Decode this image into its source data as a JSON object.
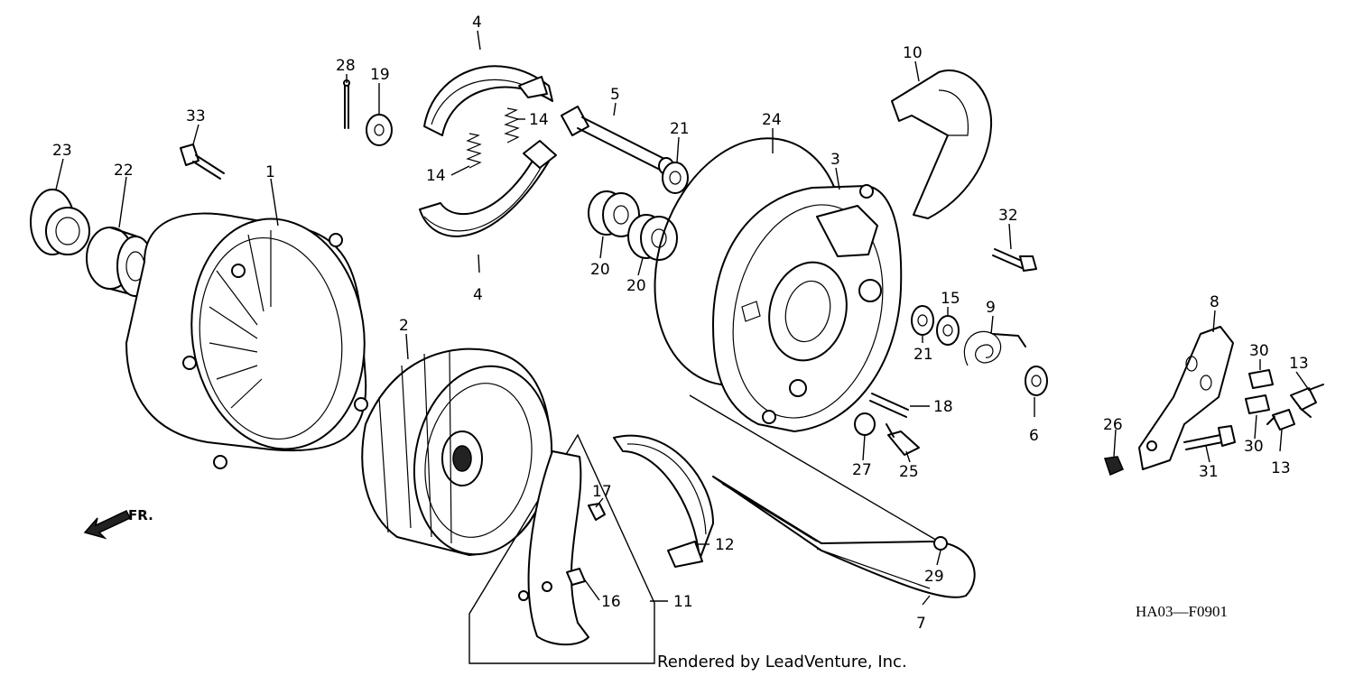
{
  "callouts": {
    "c1": "1",
    "c2": "2",
    "c3": "3",
    "c4a": "4",
    "c4b": "4",
    "c5": "5",
    "c6": "6",
    "c7": "7",
    "c8": "8",
    "c9": "9",
    "c10": "10",
    "c11": "11",
    "c12": "12",
    "c13a": "13",
    "c13b": "13",
    "c14a": "14",
    "c14b": "14",
    "c15": "15",
    "c16": "16",
    "c17": "17",
    "c18": "18",
    "c19": "19",
    "c20a": "20",
    "c20b": "20",
    "c21a": "21",
    "c21b": "21",
    "c22": "22",
    "c23": "23",
    "c24": "24",
    "c25": "25",
    "c26": "26",
    "c27": "27",
    "c28": "28",
    "c29": "29",
    "c30a": "30",
    "c30b": "30",
    "c31": "31",
    "c32": "32",
    "c33": "33"
  },
  "direction_label": "FR.",
  "figure_code": "HA03—F0901",
  "credit": "Rendered by LeadVenture, Inc."
}
